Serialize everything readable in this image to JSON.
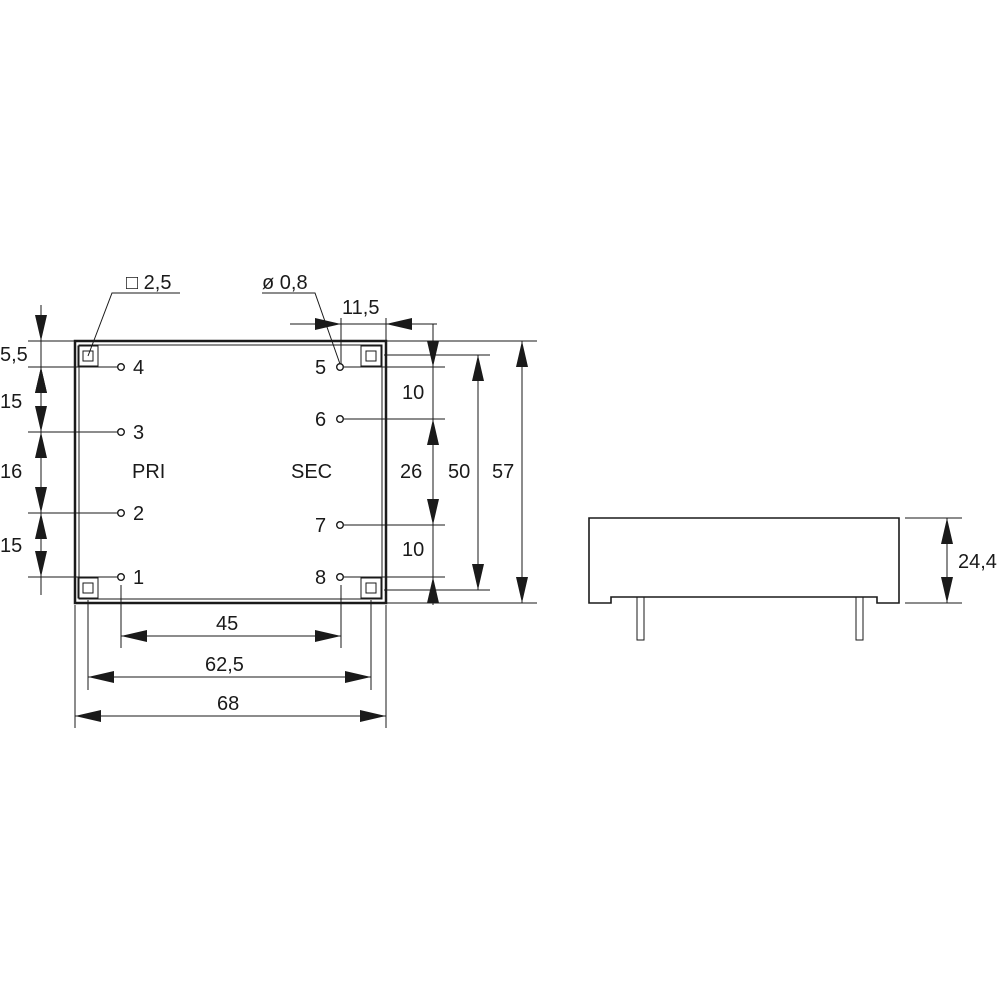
{
  "top_view": {
    "pins": [
      {
        "label": "1"
      },
      {
        "label": "2"
      },
      {
        "label": "3"
      },
      {
        "label": "4"
      },
      {
        "label": "5"
      },
      {
        "label": "6"
      },
      {
        "label": "7"
      },
      {
        "label": "8"
      }
    ],
    "primary_label": "PRI",
    "secondary_label": "SEC",
    "square_pin_note": "□ 2,5",
    "round_pin_note": "ø 0,8",
    "dims": {
      "pin_offset": "5,5",
      "pitch_4_3": "15",
      "pitch_3_2": "16",
      "pitch_2_1": "15",
      "sec_offset": "11,5",
      "sec_pitch_top": "10",
      "sec_pitch_mid": "26",
      "sec_pitch_bottom": "10",
      "mount_pitch_vertical": "50",
      "body_height": "57",
      "pin_row_spacing": "45",
      "mount_pitch_horizontal": "62,5",
      "body_width": "68"
    }
  },
  "side_view": {
    "height_dim": "24,4"
  }
}
